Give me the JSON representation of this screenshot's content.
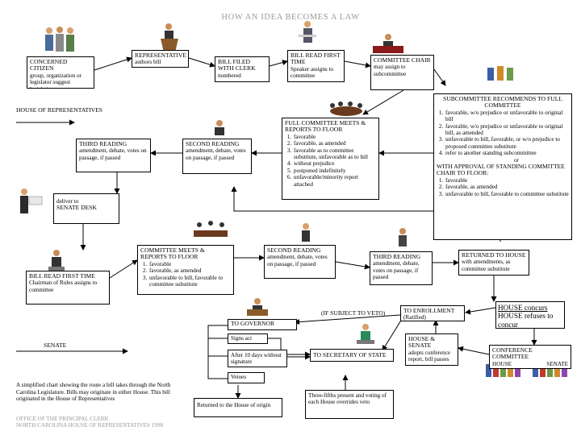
{
  "title": "HOW AN IDEA BECOMES A LAW",
  "lanes": {
    "house": "HOUSE OF REPRESENTATIVES",
    "senate": "SENATE"
  },
  "boxes": {
    "citizen": {
      "head": "CONCERNED CITIZEN",
      "body": "group, organization or legislator suggest legislation"
    },
    "rep": {
      "head": "REPRESENTATIVE",
      "body": "authors bill"
    },
    "filed": {
      "head": "BILL FILED WITH CLERK",
      "body": "numbered"
    },
    "read1": {
      "head": "BILL READ FIRST TIME",
      "body": "Speaker assigns to committee"
    },
    "chair": {
      "head": "COMMITTEE CHAIR",
      "body": "may assign to subcommittee"
    },
    "subcommittee": {
      "head": "SUBCOMMITTEE RECOMMENDS TO FULL COMMITTEE",
      "items": [
        "favorable, w/o prejudice or unfavorable to original bill",
        "favorable, w/o prejudice or unfavorable to original bill, as amended",
        "unfavorable to bill, favorable, or w/o prejudice to proposed committee substitute",
        "refer to another standing subcommittee"
      ],
      "or": "or",
      "head2": "WITH APPROVAL OF STANDING COMMITTEE CHAIR TO FLOOR:",
      "items2": [
        "favorable",
        "favorable, as amended",
        "unfavorable to bill, favorable to committee substitute"
      ]
    },
    "fullcomm": {
      "head": "FULL COMMITTEE MEETS & REPORTS TO FLOOR",
      "items": [
        "favorable",
        "favorable, as amended",
        "favorable as to committee substitute, unfavorable as to bill",
        "without prejudice",
        "postponed indefinitely",
        "unfavorable/minority report attached"
      ]
    },
    "house_read2": {
      "head": "SECOND READING",
      "body": "amendment, debate, votes on passage, if passed"
    },
    "house_read3": {
      "head": "THIRD READING",
      "body": "amendment, debate, votes on passage, if passed"
    },
    "deliver": {
      "body": "deliver to",
      "head": "SENATE DESK"
    },
    "senate_read1": {
      "head": "BILL READ FIRST TIME",
      "body": "Chairman of Rules assigns to committee"
    },
    "senate_comm": {
      "head": "COMMITTEE MEETS & REPORTS TO FLOOR",
      "items": [
        "favorable",
        "favorable, as amended",
        "unfavorable to bill, favorable to committee substitute"
      ]
    },
    "senate_read2": {
      "head": "SECOND READING",
      "body": "amendment, debate, votes on passage, if passed"
    },
    "senate_read3": {
      "head": "THIRD READING",
      "body": "amendment, debate, votes on passage, if passed"
    },
    "returned": {
      "head": "RETURNED TO HOUSE",
      "body": "with amendments, as committee substitute"
    },
    "concur": {
      "line1": "HOUSE concurs",
      "line2": "HOUSE refuses to concur"
    },
    "conference": {
      "head": "CONFERENCE COMMITTEE",
      "house": "HOUSE",
      "senate": "SENATE",
      "members": "members"
    },
    "adopts": {
      "head": "HOUSE & SENATE",
      "body": "adopts conference report, bill passes"
    },
    "enrollment": {
      "head": "TO ENROLLMENT",
      "body": "(Ratified)"
    },
    "veto_note": "(IF SUBJECT TO VETO)",
    "governor": {
      "head": "TO GOVERNOR"
    },
    "signs": "Signs act",
    "after10": "After 10 days without signature",
    "vetoes": "Vetoes",
    "secretary": {
      "head": "TO SECRETARY OF STATE"
    },
    "returned_origin": "Returned to the House of origin",
    "override": "Three-fifths present and voting of each House overrides veto"
  },
  "note": "A simplified chart showing the route a bill takes through the North Carolina Legislature.  Bills may originate in either House. This bill originated in the House of Representatives",
  "footer": {
    "line1": "OFFICE OF THE PRINCIPAL CLERK",
    "line2": "NORTH CAROLINA HOUSE OF REPRESENTATIVES  1998"
  }
}
